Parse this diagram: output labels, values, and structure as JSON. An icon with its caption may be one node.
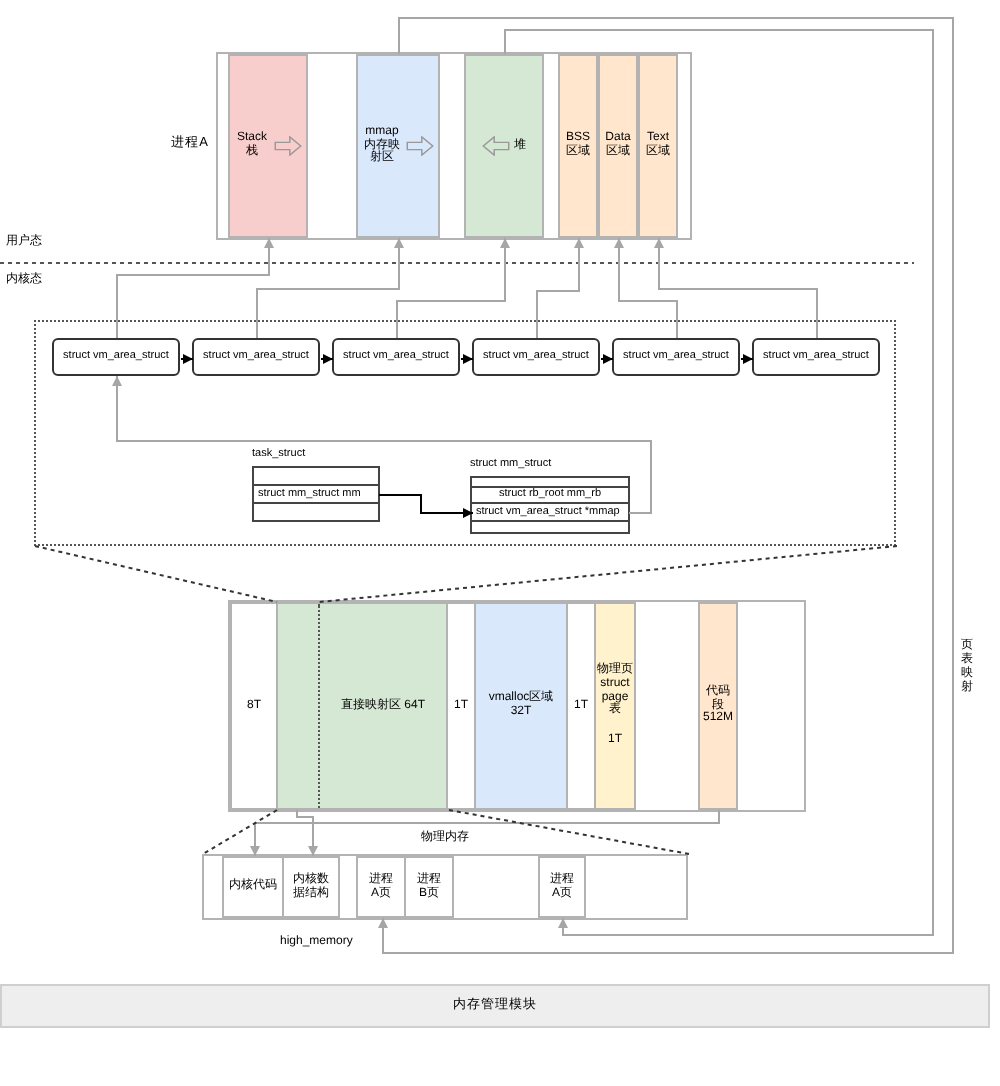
{
  "diagram": {
    "nodes": [
      {
        "text": [
          "进程A"
        ]
      },
      {
        "text": [
          "Stack 栈"
        ],
        "in": 0
      },
      {
        "text": [
          "mmap 内存映射区"
        ],
        "in": 0
      },
      {
        "text": [
          "堆"
        ],
        "in": 0
      },
      {
        "text": [
          "BSS 区域"
        ],
        "in": 0
      },
      {
        "text": [
          "Data 区域"
        ],
        "in": 0
      },
      {
        "text": [
          "Text 区域"
        ],
        "in": 0
      },
      {
        "text": [],
        "shape": "box"
      },
      {
        "text": [
          "struct vm_area_struct"
        ],
        "in": 7
      },
      {
        "text": [
          "struct vm_area_struct"
        ],
        "in": 7
      },
      {
        "text": [
          "struct vm_area_struct"
        ],
        "in": 7
      },
      {
        "text": [
          "struct vm_area_struct"
        ],
        "in": 7
      },
      {
        "text": [
          "struct vm_area_struct"
        ],
        "in": 7
      },
      {
        "text": [
          "struct vm_area_struct"
        ],
        "in": 7
      },
      {
        "text": [
          "task_struct"
        ],
        "in": 7
      },
      {
        "text": [
          "struct mm_struct mm"
        ],
        "in": 14
      },
      {
        "text": [
          "struct mm_struct"
        ],
        "in": 7
      },
      {
        "text": [
          "struct rb_root mm_rb"
        ],
        "in": 16
      },
      {
        "text": [
          "struct vm_area_struct *mmap"
        ],
        "in": 16
      },
      {
        "text": [],
        "shape": "box"
      },
      {
        "text": [
          "8T"
        ],
        "in": 19
      },
      {
        "text": [
          "直接映射区 64T"
        ],
        "in": 19
      },
      {
        "text": [
          "1T"
        ],
        "in": 19
      },
      {
        "text": [
          "vmalloc区域 32T"
        ],
        "in": 19
      },
      {
        "text": [
          "1T"
        ],
        "in": 19
      },
      {
        "text": [
          "物理页 struct page 表",
          "1T"
        ],
        "in": 19
      },
      {
        "text": [
          "代码段 512M"
        ],
        "in": 19
      },
      {
        "text": [
          "内存管理模块"
        ]
      },
      {
        "text": [
          "物理内存"
        ]
      },
      {
        "text": [
          "内核代码"
        ],
        "in": 28
      },
      {
        "text": [
          "内核数据结构"
        ],
        "in": 28
      },
      {
        "text": [
          "进程A页"
        ],
        "in": 28
      },
      {
        "text": [
          "进程B页"
        ],
        "in": 28
      },
      {
        "text": [
          "进程A页"
        ],
        "in": 28
      }
    ],
    "edges": [
      {
        "from": 8,
        "to": 1,
        "arrow": "to"
      },
      {
        "from": 9,
        "to": 2,
        "arrow": "to"
      },
      {
        "from": 10,
        "to": 3,
        "arrow": "to"
      },
      {
        "from": 11,
        "to": 4,
        "arrow": "to"
      },
      {
        "from": 12,
        "to": 5,
        "arrow": "to"
      },
      {
        "from": 13,
        "to": 6,
        "arrow": "to"
      },
      {
        "from": 8,
        "to": 9,
        "arrow": "to",
        "color": "#000000"
      },
      {
        "from": 9,
        "to": 10,
        "arrow": "to",
        "color": "#000000"
      },
      {
        "from": 10,
        "to": 11,
        "arrow": "to",
        "color": "#000000"
      },
      {
        "from": 11,
        "to": 12,
        "arrow": "to",
        "color": "#000000"
      },
      {
        "from": 12,
        "to": 13,
        "arrow": "to",
        "color": "#000000"
      },
      {
        "from": 15,
        "to": 18,
        "arrow": "to",
        "color": "#000000"
      },
      {
        "from": 18,
        "to": 8,
        "arrow": "to"
      },
      {
        "from": 2,
        "to": 31,
        "arrow": "to"
      },
      {
        "from": 3,
        "to": 33,
        "arrow": "to"
      },
      {
        "from": 26,
        "to": 29,
        "arrow": "to"
      },
      {
        "from": 21,
        "to": 30,
        "arrow": "to"
      },
      {
        "from": 7,
        "to": 21,
        "arrow": "none",
        "style": "dashed",
        "color": "#333333"
      },
      {
        "from": 7,
        "to": 21,
        "arrow": "none",
        "style": "dashed",
        "color": "#333333"
      },
      {
        "from": 21,
        "to": 28,
        "arrow": "none",
        "style": "dashed",
        "color": "#333333"
      },
      {
        "from": 21,
        "to": 28,
        "arrow": "none",
        "style": "dashed",
        "color": "#333333"
      }
    ],
    "labels": [
      "用户态",
      "内核态",
      "页表映射",
      "high_memory"
    ]
  }
}
